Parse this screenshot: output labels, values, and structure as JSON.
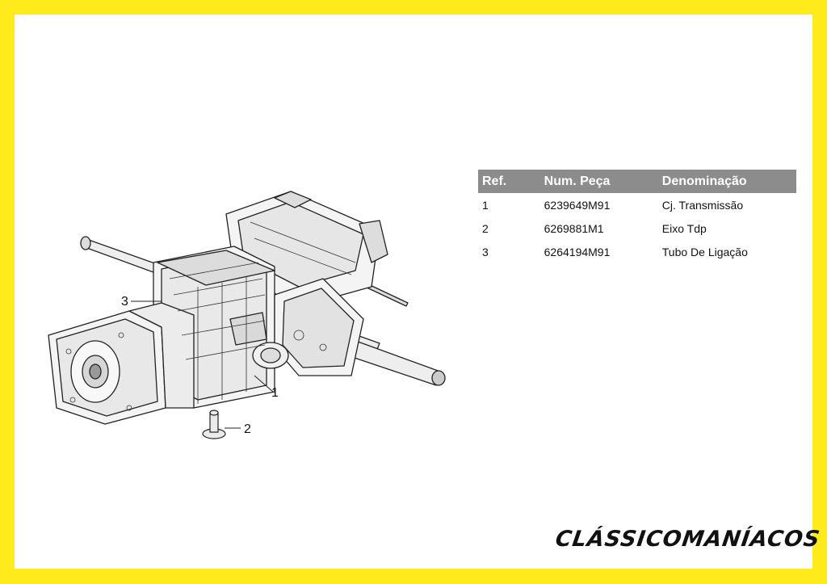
{
  "table": {
    "headers": [
      "Ref.",
      "Num. Peça",
      "Denominação"
    ],
    "rows": [
      {
        "ref": "1",
        "part": "6239649M91",
        "name": "Cj. Transmissão"
      },
      {
        "ref": "2",
        "part": "6269881M1",
        "name": "Eixo Tdp"
      },
      {
        "ref": "3",
        "part": "6264194M91",
        "name": "Tubo De Ligação"
      }
    ]
  },
  "callouts": [
    "1",
    "2",
    "3"
  ],
  "logo": "CLÁSSICOMANÍACOS",
  "colors": {
    "border": "#ffea1c",
    "header_bg": "#8c8c8c"
  }
}
